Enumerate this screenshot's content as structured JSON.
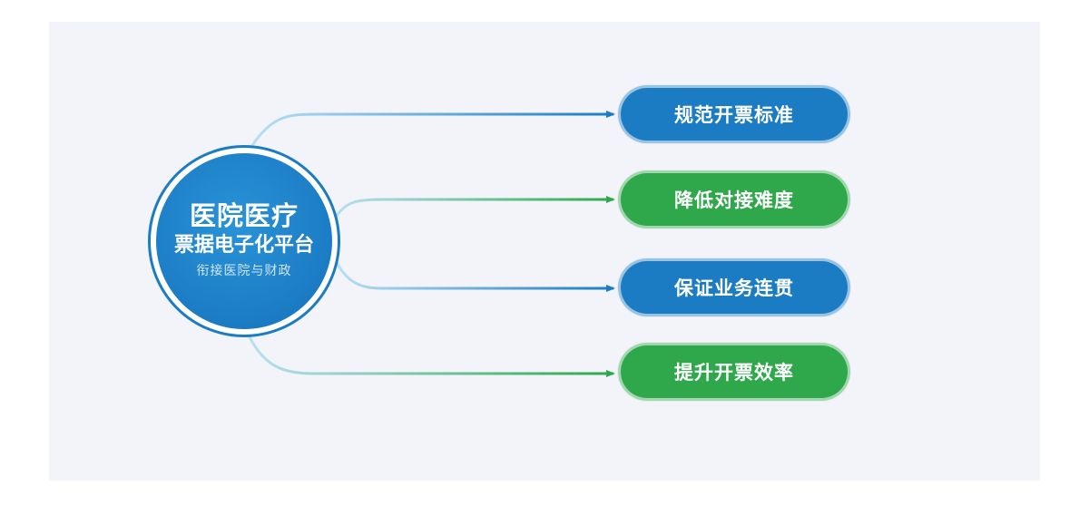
{
  "hub": {
    "title": "医院医疗",
    "subtitle": "票据电子化平台",
    "note": "衔接医院与财政"
  },
  "items": [
    {
      "label": "规范开票标准",
      "color": "#1b7cc4"
    },
    {
      "label": "降低对接难度",
      "color": "#2ea84a"
    },
    {
      "label": "保证业务连贯",
      "color": "#1b7cc4"
    },
    {
      "label": "提升开票效率",
      "color": "#2ea84a"
    }
  ],
  "colors": {
    "blue": "#1b7cc4",
    "green": "#2ea84a",
    "background": "#f2f4fa"
  }
}
